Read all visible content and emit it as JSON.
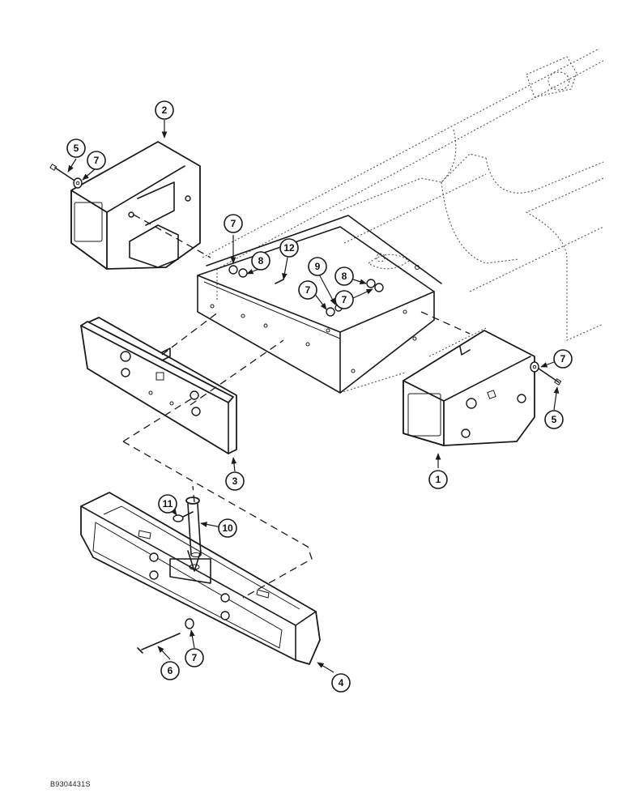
{
  "diagram": {
    "reference_code": "B9304431S",
    "callouts": [
      {
        "id": "c1",
        "label": "1"
      },
      {
        "id": "c2",
        "label": "2"
      },
      {
        "id": "c3",
        "label": "3"
      },
      {
        "id": "c4",
        "label": "4"
      },
      {
        "id": "c5a",
        "label": "5"
      },
      {
        "id": "c5b",
        "label": "5"
      },
      {
        "id": "c6",
        "label": "6"
      },
      {
        "id": "c7a",
        "label": "7"
      },
      {
        "id": "c7b",
        "label": "7"
      },
      {
        "id": "c7c",
        "label": "7"
      },
      {
        "id": "c7d",
        "label": "7"
      },
      {
        "id": "c7e",
        "label": "7"
      },
      {
        "id": "c7f",
        "label": "7"
      },
      {
        "id": "c8a",
        "label": "8"
      },
      {
        "id": "c8b",
        "label": "8"
      },
      {
        "id": "c9",
        "label": "9"
      },
      {
        "id": "c10",
        "label": "10"
      },
      {
        "id": "c11",
        "label": "11"
      },
      {
        "id": "c12",
        "label": "12"
      }
    ]
  }
}
